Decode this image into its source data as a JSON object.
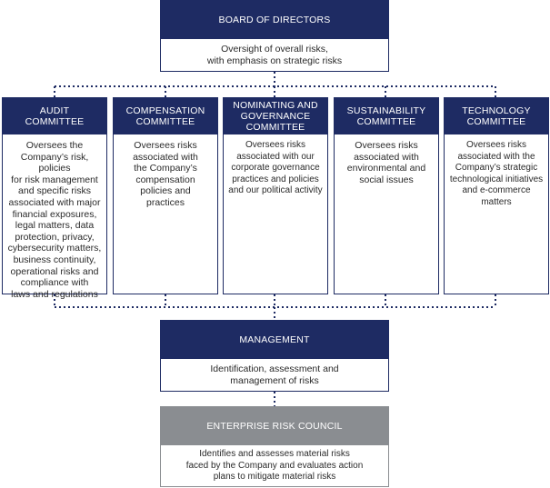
{
  "board": {
    "title": "BOARD OF DIRECTORS",
    "description": "Oversight of overall risks,\nwith emphasis on strategic risks"
  },
  "committees": [
    {
      "title": "AUDIT\nCOMMITTEE",
      "description": "Oversees the\nCompany’s risk, policies\nfor risk management\nand specific risks\nassociated with major\nfinancial exposures,\nlegal matters, data\nprotection, privacy,\ncybersecurity matters,\nbusiness continuity,\noperational risks and\ncompliance with\nlaws and regulations"
    },
    {
      "title": "COMPENSATION\nCOMMITTEE",
      "description": "Oversees risks\nassociated with\nthe Company’s\ncompensation\npolicies and\npractices"
    },
    {
      "title": "NOMINATING AND\nGOVERNANCE\nCOMMITTEE",
      "description": "Oversees risks\nassociated with our\ncorporate governance\npractices and policies\nand our political activity"
    },
    {
      "title": "SUSTAINABILITY\nCOMMITTEE",
      "description": "Oversees risks\nassociated with\nenvironmental and\nsocial issues"
    },
    {
      "title": "TECHNOLOGY\nCOMMITTEE",
      "description": "Oversees risks\nassociated with the\nCompany’s strategic\ntechnological initiatives\nand e-commerce\nmatters"
    }
  ],
  "management": {
    "title": "MANAGEMENT",
    "description": "Identification, assessment and\nmanagement of risks"
  },
  "erc": {
    "title": "ENTERPRISE RISK COUNCIL",
    "description": "Identifies and assesses material risks\nfaced by the Company and evaluates action\nplans to mitigate material risks"
  },
  "colors": {
    "navy": "#1e2b63",
    "gray": "#8a8d91"
  }
}
